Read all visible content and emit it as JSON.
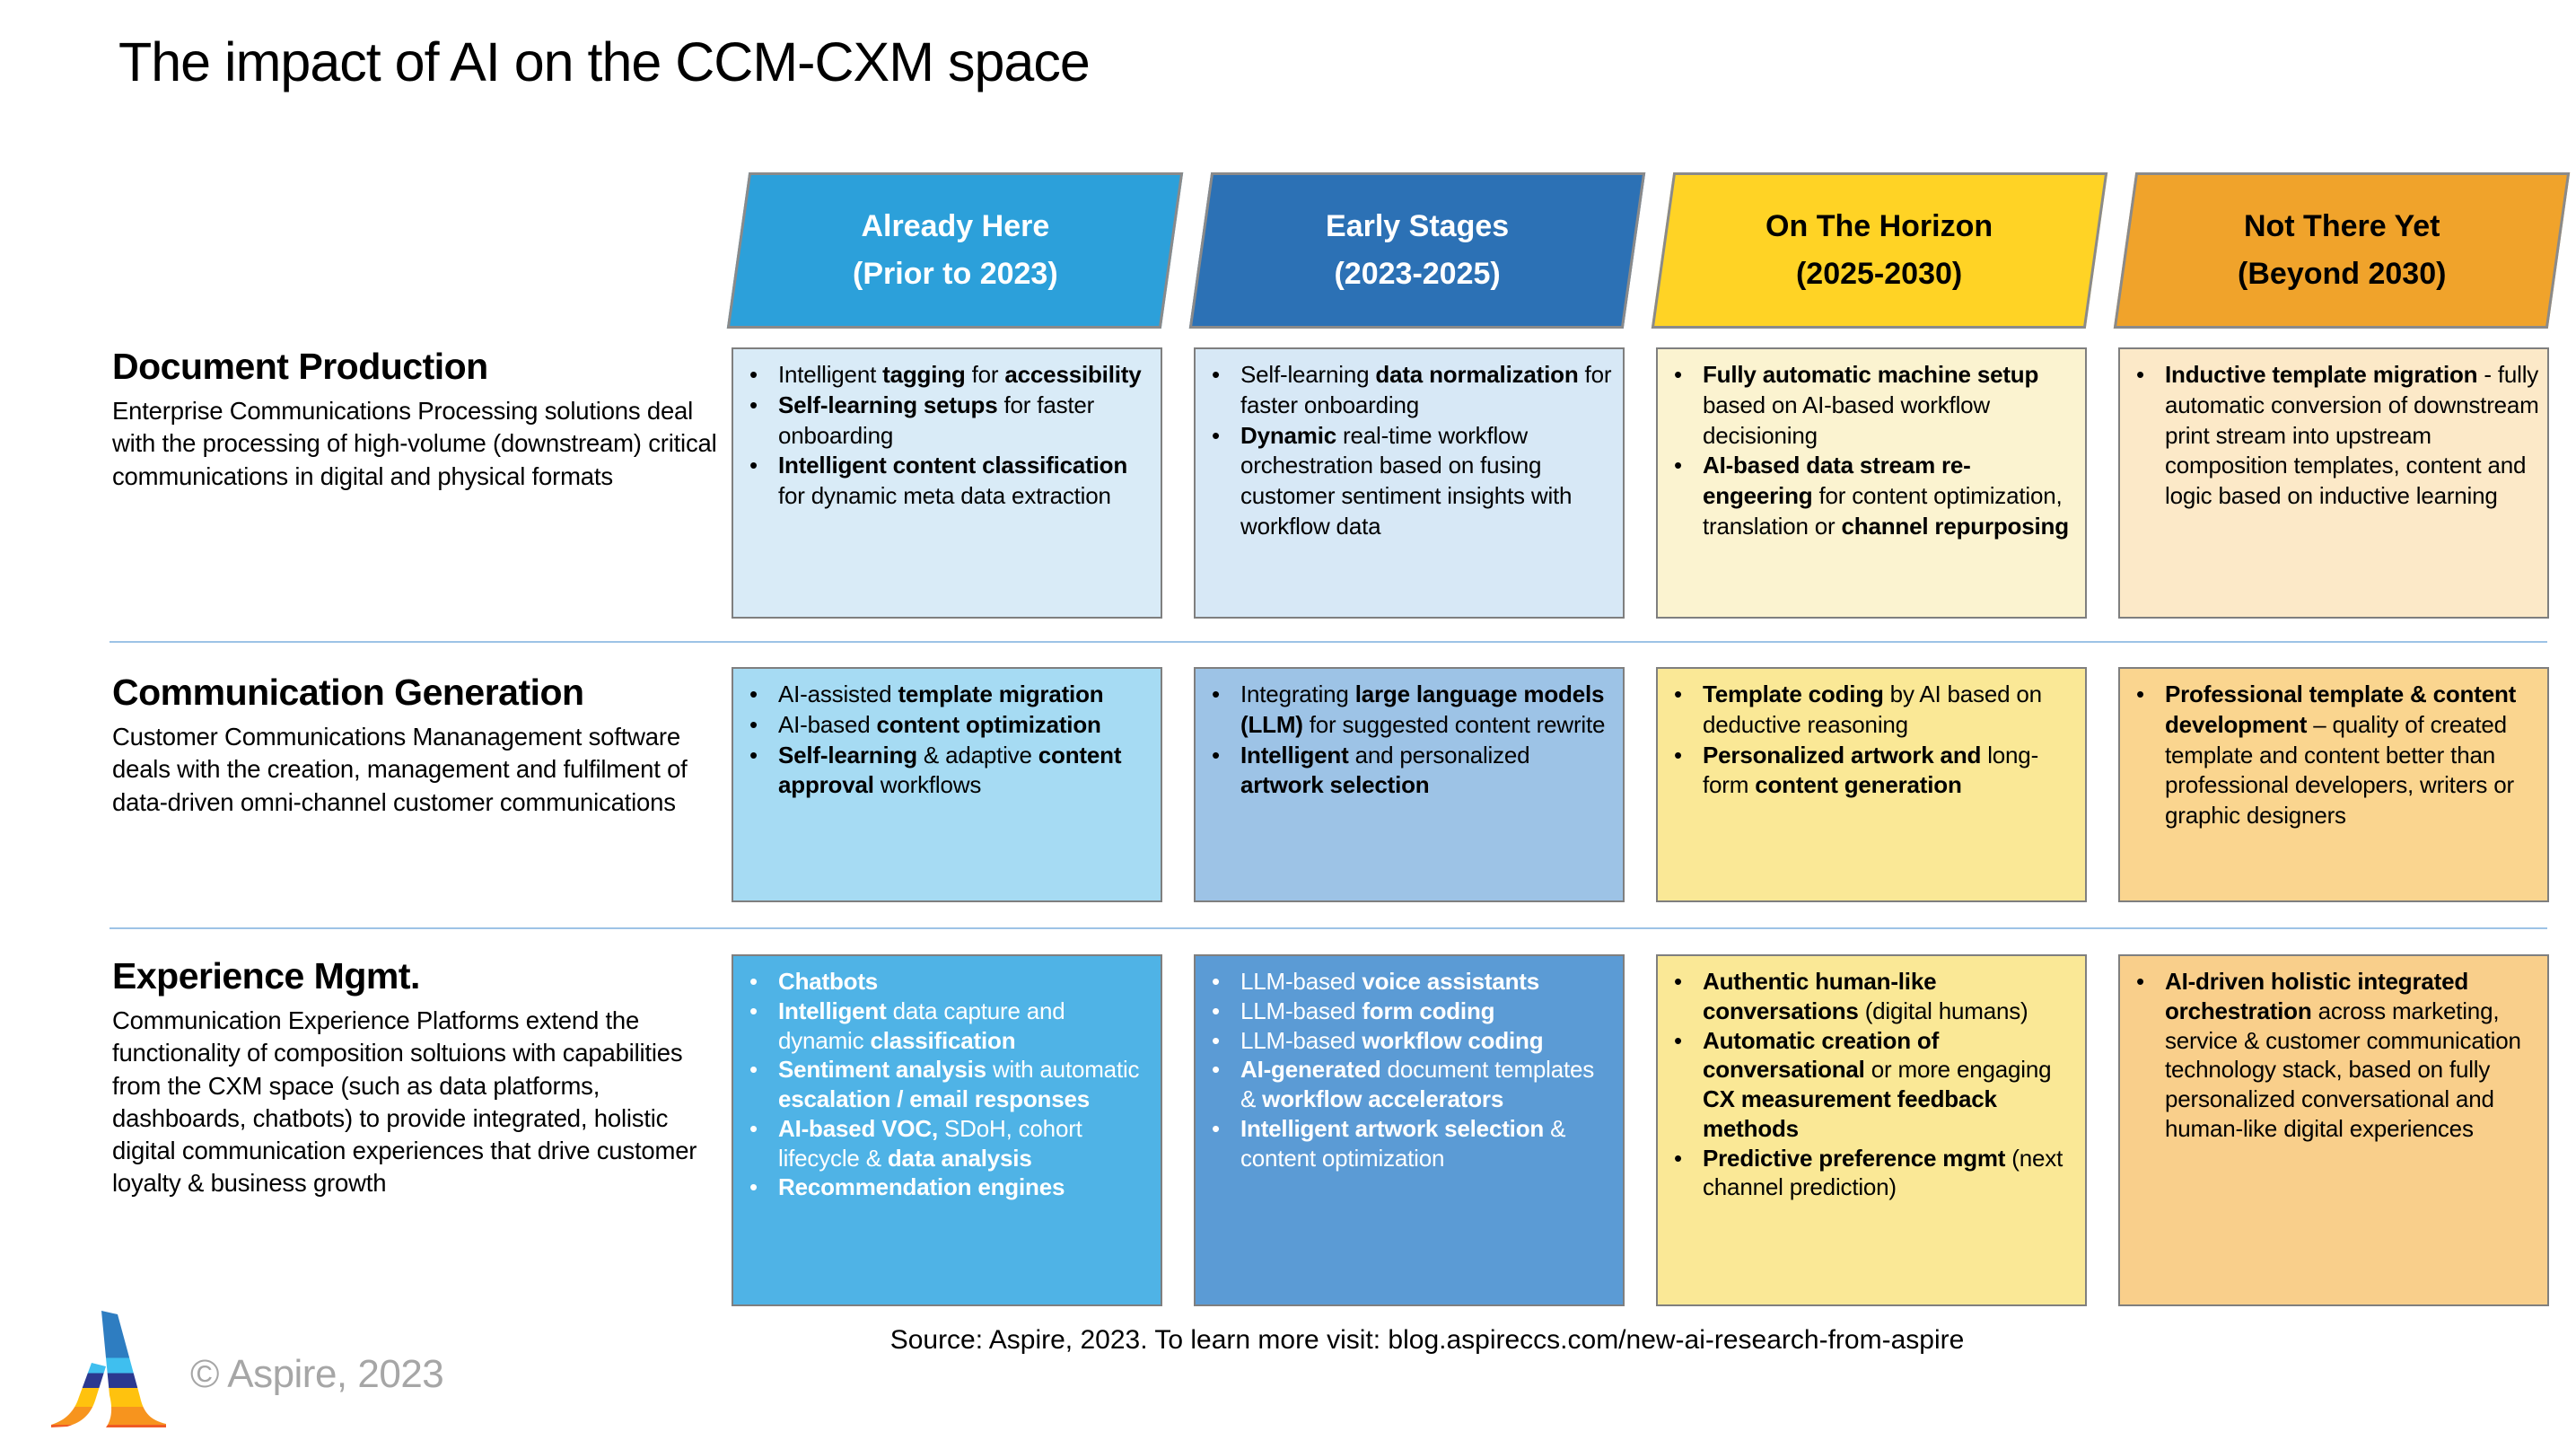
{
  "slide": {
    "title": "The impact of AI on the CCM-CXM space",
    "source_note": "Source: Aspire, 2023. To learn more visit: blog.aspireccs.com/new-ai-research-from-aspire",
    "copyright": "© Aspire, 2023"
  },
  "colors": {
    "header_already_here": "#2CA0DA",
    "header_early_stages": "#2C71B5",
    "header_on_the_horizon": "#FFD325",
    "header_not_there_yet": "#F0A32B",
    "divider_line": "#9DC3E6",
    "cell_border": "#7F7F7F",
    "logo_blue": "#2E7DC1",
    "logo_light_blue": "#3FBFEF",
    "logo_navy": "#2B3990",
    "logo_yellow": "#FFC20E",
    "logo_orange": "#F7941E",
    "logo_red_orange": "#EF5B25"
  },
  "columns": [
    {
      "line1": "Already Here",
      "line2": "(Prior to 2023)"
    },
    {
      "line1": "Early Stages",
      "line2": "(2023-2025)"
    },
    {
      "line1": "On The Horizon",
      "line2": "(2025-2030)"
    },
    {
      "line1": "Not There Yet",
      "line2": "(Beyond 2030)"
    }
  ],
  "rows": [
    {
      "title": "Document Production",
      "description": "Enterprise Communications Processing solutions deal with the processing of high-volume (downstream) critical communications in digital and physical formats",
      "cells": [
        {
          "bullets": [
            "Intelligent **tagging** for **accessibility**",
            "**Self-learning setups** for faster onboarding",
            "**Intelligent content classification** for dynamic meta data extraction"
          ]
        },
        {
          "bullets": [
            "Self-learning **data normalization** for faster onboarding",
            "**Dynamic** real-time workflow orchestration based on fusing customer sentiment insights with workflow data"
          ]
        },
        {
          "bullets": [
            "**Fully automatic machine setup** based on AI-based workflow decisioning",
            "**AI-based data stream re-engeering** for content optimization, translation or **channel repurposing**"
          ]
        },
        {
          "bullets": [
            "**Inductive template migration** - fully automatic conversion of downstream print stream into upstream composition templates, content and logic based on inductive learning"
          ]
        }
      ]
    },
    {
      "title": "Communication Generation",
      "description": "Customer Communications Mananagement software deals with the creation, management and fulfilment of data-driven omni-channel customer communications",
      "cells": [
        {
          "bullets": [
            "AI-assisted **template migration**",
            "AI-based **content optimization**",
            "**Self-learning** & adaptive **content approval** workflows"
          ]
        },
        {
          "bullets": [
            "Integrating **large language models (LLM)** for suggested content rewrite",
            "**Intelligent** and personalized **artwork selection**"
          ]
        },
        {
          "bullets": [
            "**Template coding** by AI based on deductive reasoning",
            "**Personalized artwork and** long-form **content generation**"
          ]
        },
        {
          "bullets": [
            "**Professional template & content development** – quality of created template and content better than professional developers, writers or graphic designers"
          ]
        }
      ]
    },
    {
      "title": "Experience Mgmt.",
      "description": "Communication Experience Platforms extend the functionality of composition soltuions with capabilities from the CXM space (such as data platforms, dashboards, chatbots) to provide integrated, holistic digital communication experiences that drive customer loyalty & business growth",
      "cells": [
        {
          "bullets": [
            "**Chatbots**",
            "**Intelligent** data capture and dynamic **classification**",
            "**Sentiment analysis** with automatic **escalation / email responses**",
            "**AI-based VOC,** SDoH, cohort lifecycle & **data analysis**",
            "**Recommendation engines**"
          ]
        },
        {
          "bullets": [
            "LLM-based **voice assistants**",
            "LLM-based **form coding**",
            "LLM-based **workflow coding**",
            "**AI-generated** document templates & **workflow accelerators**",
            "**Intelligent artwork selection** & content optimization"
          ]
        },
        {
          "bullets": [
            "**Authentic human-like conversations** (digital humans)",
            "**Automatic creation of conversational** or more engaging **CX measurement feedback methods**",
            "**Predictive preference mgmt** (next channel prediction)"
          ]
        },
        {
          "bullets": [
            "**AI-driven holistic integrated orchestration** across marketing, service & customer communication technology stack, based on fully personalized conversational and human-like digital experiences"
          ]
        }
      ]
    }
  ]
}
